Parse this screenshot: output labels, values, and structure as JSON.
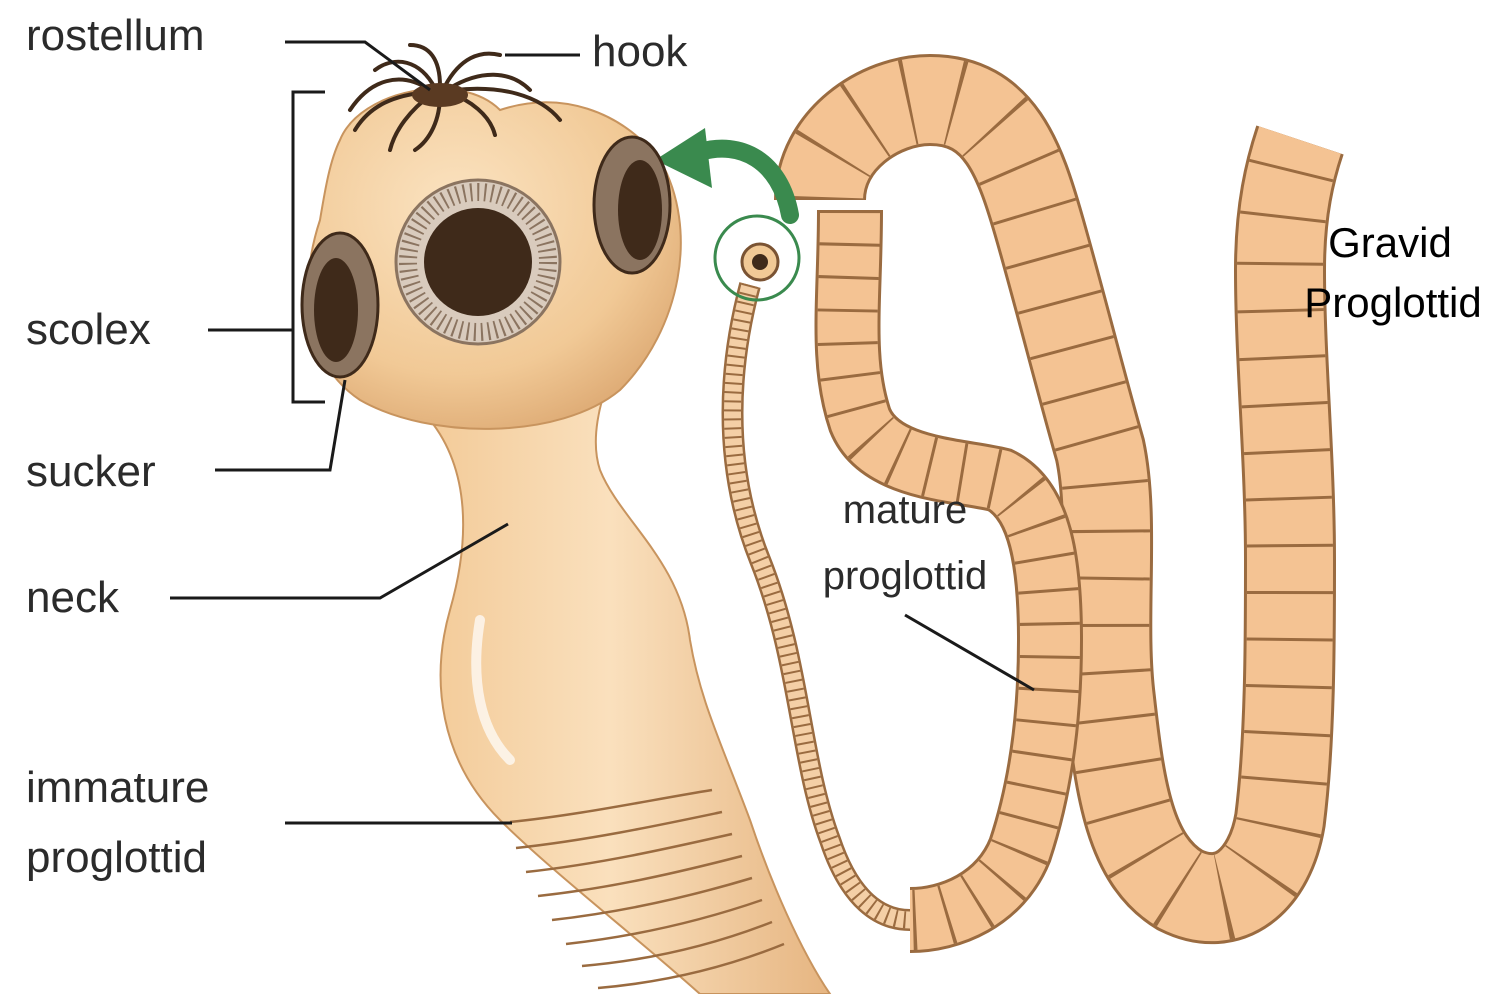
{
  "labels": {
    "rostellum": "rostellum",
    "hook": "hook",
    "scolex": "scolex",
    "sucker": "sucker",
    "neck": "neck",
    "immature_line1": "immature",
    "immature_line2": "proglottid",
    "mature_line1": "mature",
    "mature_line2": "proglottid",
    "gravid_line1": "Gravid",
    "gravid_line2": "Proglottid"
  },
  "colors": {
    "body": "#f3cc9c",
    "body_shadow": "#e2b27e",
    "segment_line": "#9a6b40",
    "segment_fill": "#f4c393",
    "sucker_dark": "#3f2a1a",
    "sucker_ring": "#c9b8a6",
    "arrow": "#3a8a4e",
    "leader": "#1a1a1a"
  }
}
